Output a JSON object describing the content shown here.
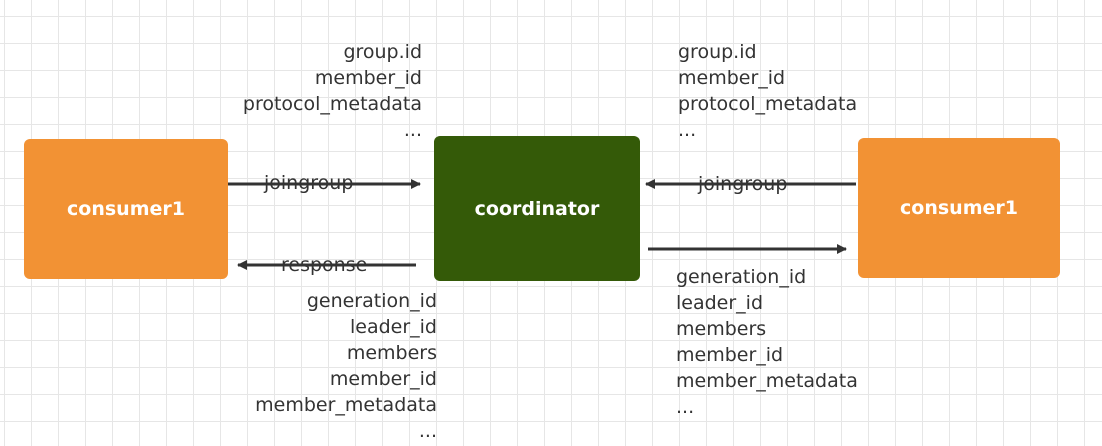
{
  "nodes": {
    "consumer_left": "consumer1",
    "coordinator": "coordinator",
    "consumer_right": "consumer1"
  },
  "colors": {
    "consumer": "#F29234",
    "coordinator": "#345A08",
    "arrow": "#333333"
  },
  "top_left_fields": [
    "group.id",
    "member_id",
    "protocol_metadata",
    "..."
  ],
  "top_right_fields": [
    "group.id",
    "member_id",
    "protocol_metadata",
    "..."
  ],
  "bottom_left_fields": [
    "generation_id",
    "leader_id",
    "members",
    "member_id",
    "member_metadata",
    "..."
  ],
  "bottom_right_fields": [
    "generation_id",
    "leader_id",
    "members",
    "member_id",
    "member_metadata",
    "..."
  ],
  "arrow_labels": {
    "left_join": "joingroup",
    "right_join": "joingroup",
    "left_response": "response"
  }
}
